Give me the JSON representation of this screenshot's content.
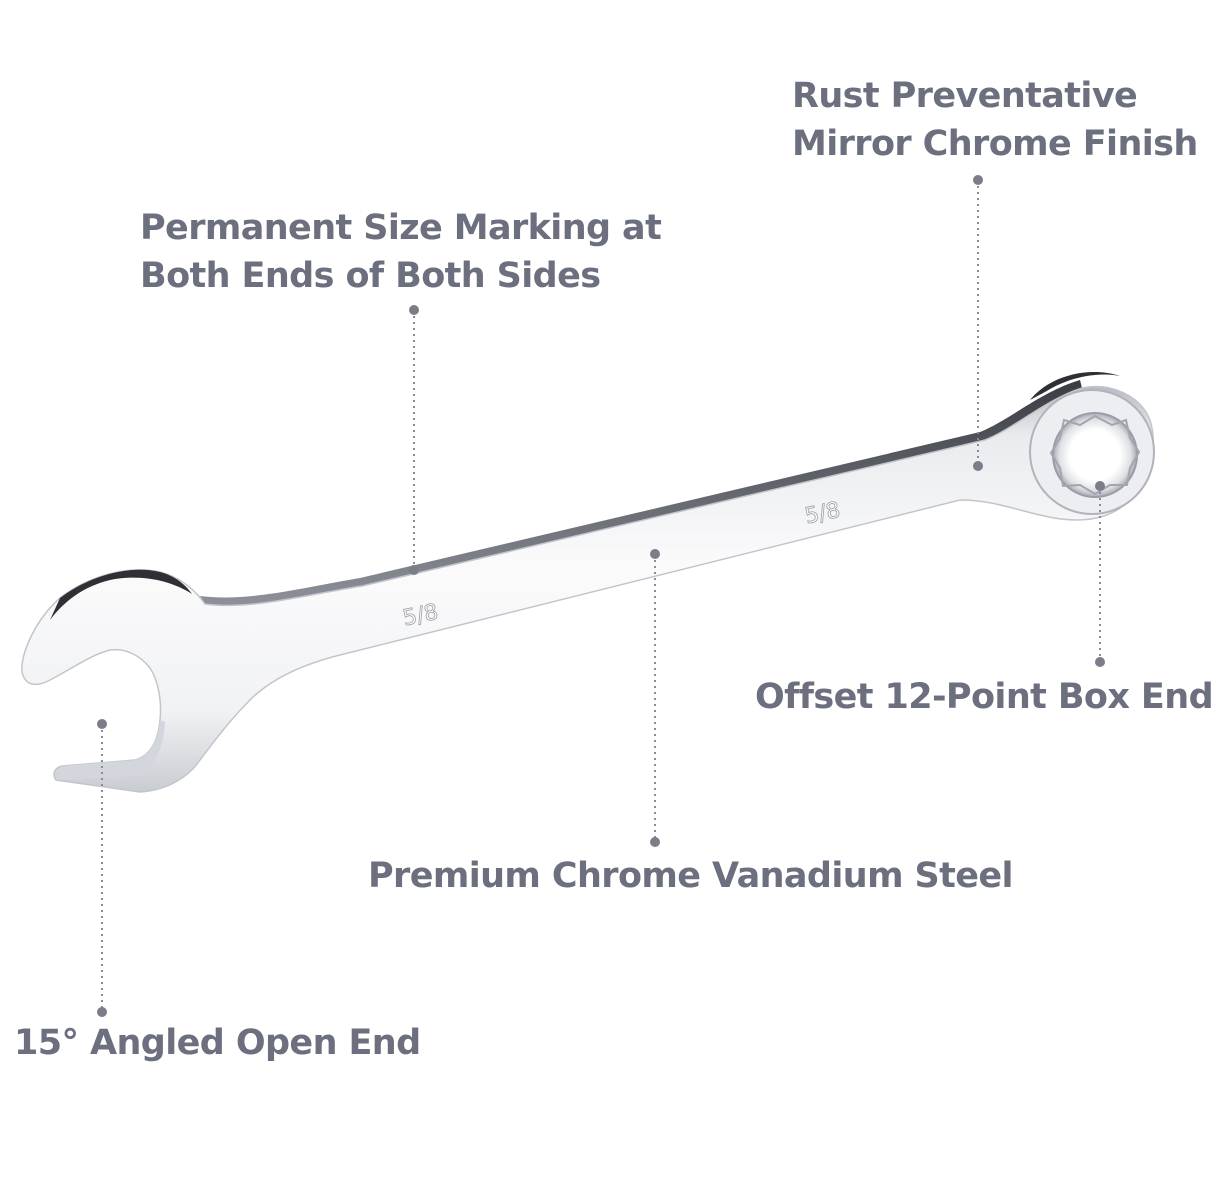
{
  "callouts": {
    "finish": {
      "line1": "Rust Preventative",
      "line2": "Mirror Chrome Finish"
    },
    "marking": {
      "line1": "Permanent Size Marking at",
      "line2": "Both Ends of Both Sides"
    },
    "box_end": "Offset 12-Point Box End",
    "steel": "Premium Chrome Vanadium Steel",
    "open_end": "15° Angled Open End"
  },
  "wrench": {
    "size_marking_left": "5/8",
    "size_marking_right": "5/8"
  },
  "colors": {
    "label_text": "#6b6f7e",
    "leader_line": "#8a8d97",
    "chrome_light": "#f4f5f7",
    "chrome_shadow": "#b9bcc3",
    "chrome_dark": "#5a5d66"
  }
}
